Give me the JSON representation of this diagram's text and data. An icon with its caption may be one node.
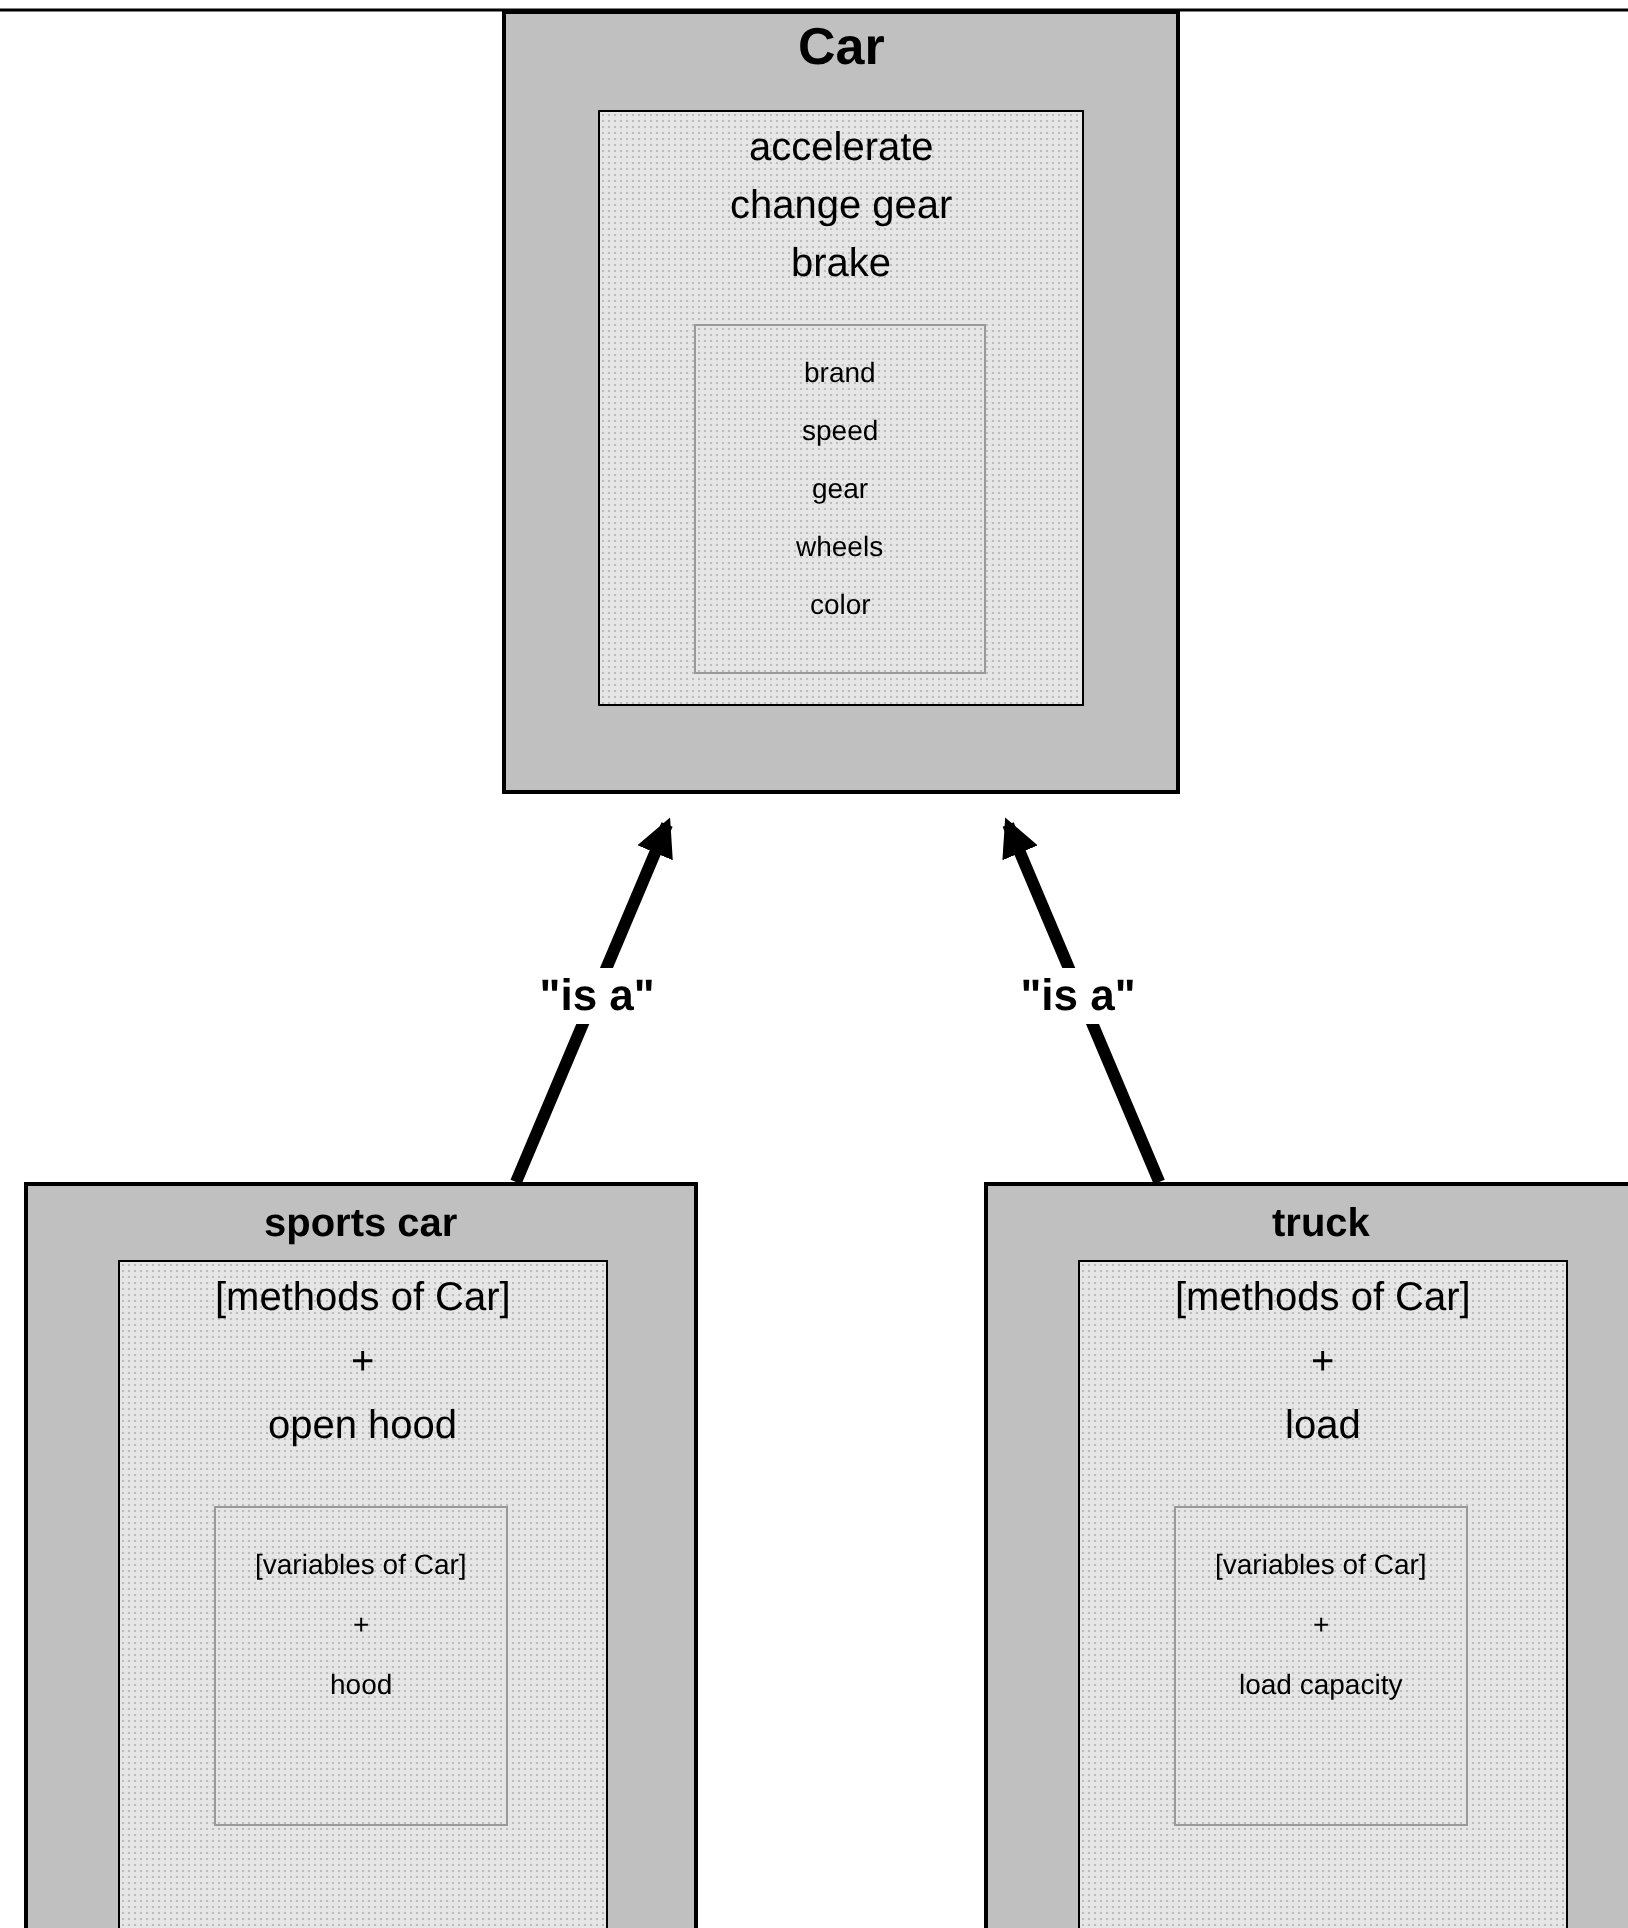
{
  "diagram": {
    "nodes": [
      {
        "text": [
          "Car"
        ]
      },
      {
        "text": [
          "accelerate",
          "change gear",
          "brake"
        ],
        "in": 0
      },
      {
        "text": [
          "brand",
          "speed",
          "gear",
          "wheels",
          "color"
        ],
        "in": 1
      },
      {
        "text": [
          "sports car"
        ]
      },
      {
        "text": [
          "[methods of Car]",
          "+",
          "open hood"
        ],
        "in": 3
      },
      {
        "text": [
          "[variables of Car]",
          "+",
          "hood"
        ],
        "in": 4
      },
      {
        "text": [
          "truck"
        ]
      },
      {
        "text": [
          "[methods of Car]",
          "+",
          "load"
        ],
        "in": 6
      },
      {
        "text": [
          "[variables of Car]",
          "+",
          "load capacity"
        ],
        "in": 7
      }
    ],
    "edges": [
      {
        "from": 3,
        "to": 0,
        "arrow": "to",
        "label": "\"is a\""
      },
      {
        "from": 6,
        "to": 0,
        "arrow": "to",
        "label": "\"is a\""
      }
    ]
  }
}
